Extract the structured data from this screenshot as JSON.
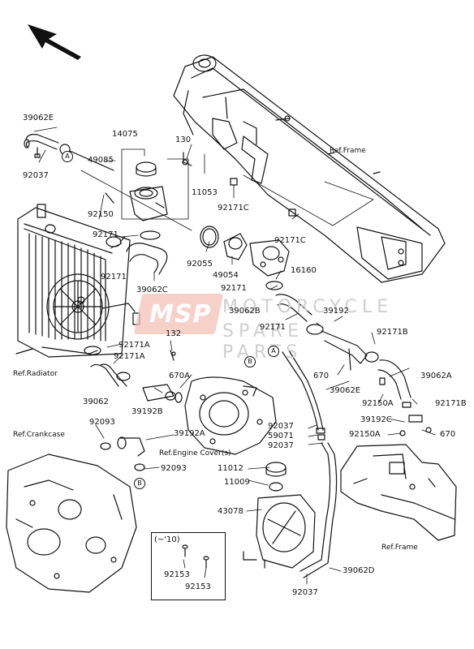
{
  "watermark": {
    "logo": "MSP",
    "line1": "MOTORCYCLE",
    "line2": "SPARE PARTS"
  },
  "callouts": {
    "a": "A",
    "b": "B"
  },
  "refs": {
    "frame_top": "Ref.Frame",
    "radiator": "Ref.Radiator",
    "crankcase": "Ref.Crankcase",
    "engine_cover": "Ref.Engine Cover(s)",
    "frame_bottom": "Ref.Frame"
  },
  "note_box": {
    "label": "(~'10)"
  },
  "parts": {
    "p39062E_top": "39062E",
    "p92037_top": "92037",
    "p14075": "14075",
    "p49085": "49085",
    "p130": "130",
    "p11053": "11053",
    "p92171C_1": "92171C",
    "p92150_top": "92150",
    "p92171_left": "92171",
    "p92171_left2": "92171",
    "p39062C": "39062C",
    "p92055": "92055",
    "p49054": "49054",
    "p92171C_2": "92171C",
    "p16160": "16160",
    "p92171_mid": "92171",
    "p39062B": "39062B",
    "p39192": "39192",
    "p92171_mid2": "92171",
    "p92171B_1": "92171B",
    "p92171A_1": "92171A",
    "p92171A_2": "92171A",
    "p132": "132",
    "p670A": "670A",
    "p670": "670",
    "p39062A": "39062A",
    "p39062": "39062",
    "p39192B": "39192B",
    "p39062E_mid": "39062E",
    "p92150A_1": "92150A",
    "p92171B_2": "92171B",
    "p92093_top": "92093",
    "p39192A": "39192A",
    "p92037_a": "92037",
    "p59071": "59071",
    "p92037_b": "92037",
    "p39192C": "39192C",
    "p92150A_2": "92150A",
    "p670_b": "670",
    "p92093_bottom": "92093",
    "p11012": "11012",
    "p11009": "11009",
    "p43078": "43078",
    "p92153_a": "92153",
    "p92153_b": "92153",
    "p39062D": "39062D",
    "p92037_bottom": "92037"
  }
}
